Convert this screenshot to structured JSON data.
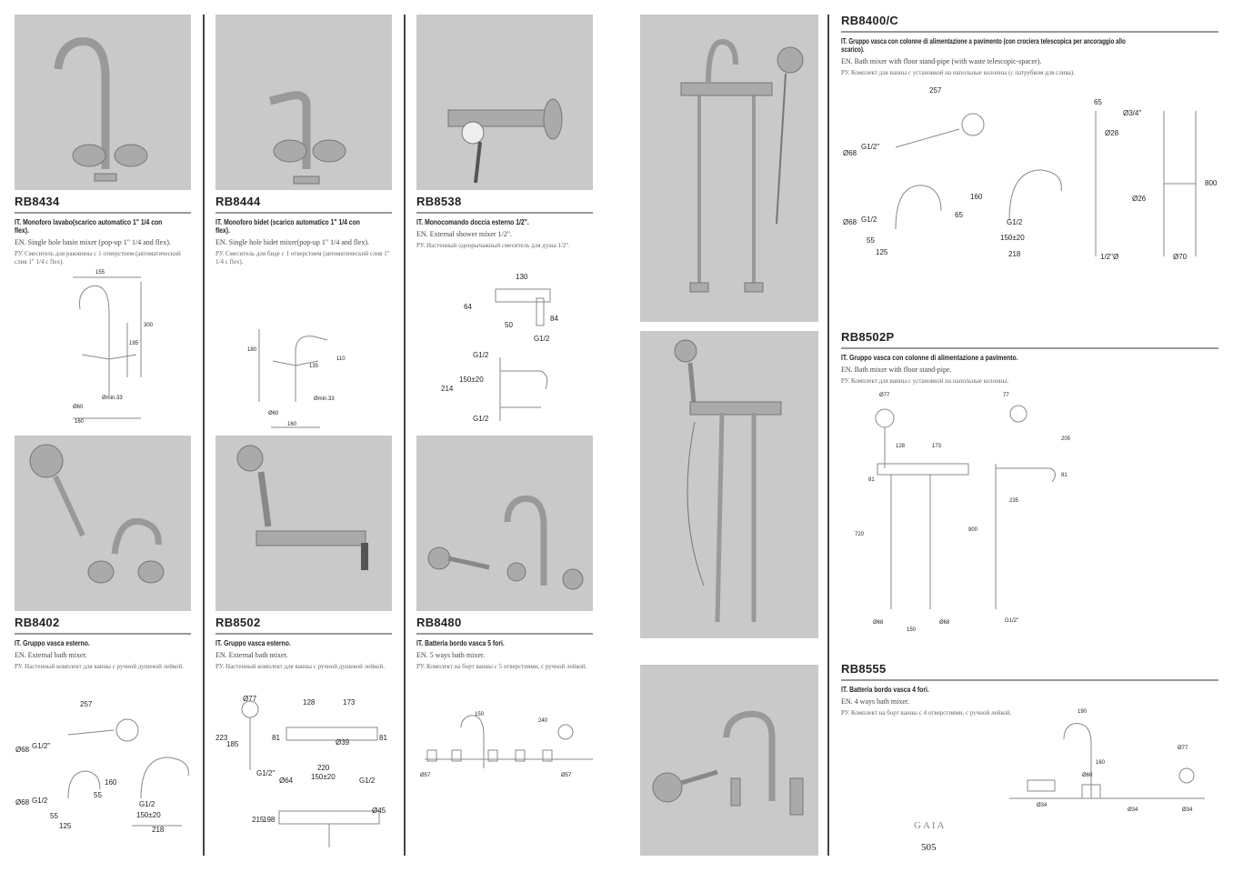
{
  "products": [
    {
      "code": "RB8434",
      "it": "IT. Monoforo lavabo(scarico automatico 1\" 1/4 con flex).",
      "en": "EN. Single hole basin mixer (pop-up 1\" 1/4 and flex).",
      "ru": "РУ. Смеситель для раковины с 1 отверстием (автоматический слив 1\" 1/4 с flex).",
      "dims": [
        "155",
        "300",
        "195",
        "Ø60",
        "Ømin.33",
        "160"
      ]
    },
    {
      "code": "RB8444",
      "it": "IT. Monoforo bidet (scarico automatico 1\" 1/4 con flex).",
      "en": "EN. Single hole bidet mixer(pop-up 1\" 1/4 and flex).",
      "ru": "РУ. Смеситель для биде с 1 отверстием (автоматический слив 1\" 1/4 с flex).",
      "dims": [
        "180",
        "110",
        "135",
        "Ø60",
        "Ømin.33",
        "160"
      ]
    },
    {
      "code": "RB8538",
      "it": "IT. Monocomando doccia esterno 1/2\".",
      "en": "EN. External shower mixer 1/2\".",
      "ru": "РУ. Настенный однорычажный смеситель для душа 1/2\".",
      "dims": [
        "130",
        "64",
        "50",
        "84",
        "G1/2",
        "214",
        "150±20",
        "G1/2",
        "G1/2"
      ]
    },
    {
      "code": "RB8402",
      "it": "IT. Gruppo vasca esterno.",
      "en": "EN. External bath mixer.",
      "ru": "РУ. Настенный комплект для ванны с ручной душевой лейкой.",
      "dims": [
        "257",
        "Ø68",
        "G1/2\"",
        "Ø68",
        "G1/2",
        "55",
        "160",
        "55",
        "125",
        "G1/2",
        "150±20",
        "218"
      ]
    },
    {
      "code": "RB8502",
      "it": "IT. Gruppo vasca esterno.",
      "en": "EN. External bath mixer.",
      "ru": "РУ. Настенный комплект для ванны с ручной душевой лейкой.",
      "dims": [
        "Ø77",
        "128",
        "173",
        "223",
        "185",
        "81",
        "Ø39",
        "81",
        "G1/2\"",
        "220",
        "150±20",
        "Ø64",
        "G1/2",
        "215",
        "198",
        "Ø45"
      ]
    },
    {
      "code": "RB8480",
      "it": "IT. Batteria bordo vasca 5 fori.",
      "en": "EN. 5 ways bath mixer.",
      "ru": "РУ. Комплект на борт ванны с 5 отверстиями, с ручной лейкой.",
      "dims": [
        "150",
        "240",
        "Ø57",
        "Ø57"
      ]
    },
    {
      "code": "RB8400/C",
      "it": "IT. Gruppo vasca con colonne di alimentazione a pavimento (con crociera telescopica per ancoraggio allo scarico).",
      "en": "EN. Bath mixer with floor stand-pipe (with waste telescopic-spacer).",
      "ru": "РУ. Комплект для ванны с установкой на напольные колонны (с патрубком для слива).",
      "dims": [
        "257",
        "Ø68",
        "G1/2\"",
        "Ø68",
        "G1/2",
        "55",
        "125",
        "65",
        "160",
        "G1/2",
        "150±20",
        "218",
        "65",
        "Ø3/4\"",
        "Ø28",
        "Ø26",
        "800",
        "1/2\"Ø",
        "Ø70"
      ]
    },
    {
      "code": "RB8502P",
      "it": "IT. Gruppo vasca con colonne di alimentazione a pavimento.",
      "en": "EN. Bath mixer with floor stand-pipe.",
      "ru": "РУ. Комплект для ванны с установкой на напольные колонны.",
      "dims": [
        "Ø77",
        "128",
        "173",
        "81",
        "720",
        "Ø68",
        "150",
        "Ø68",
        "77",
        "205",
        "81",
        "235",
        "900",
        "G1/2\""
      ]
    },
    {
      "code": "RB8555",
      "it": "IT. Batteria bordo vasca 4 fori.",
      "en": "EN. 4 ways bath mixer.",
      "ru": "РУ. Комплект на борт ванны с 4 отверстиями, с ручной лейкой.",
      "dims": [
        "190",
        "Ø77",
        "160",
        "Ø60",
        "Ø34",
        "Ø34",
        "Ø34"
      ]
    }
  ],
  "footer": {
    "logo": "GAIA",
    "page_number": "505"
  }
}
